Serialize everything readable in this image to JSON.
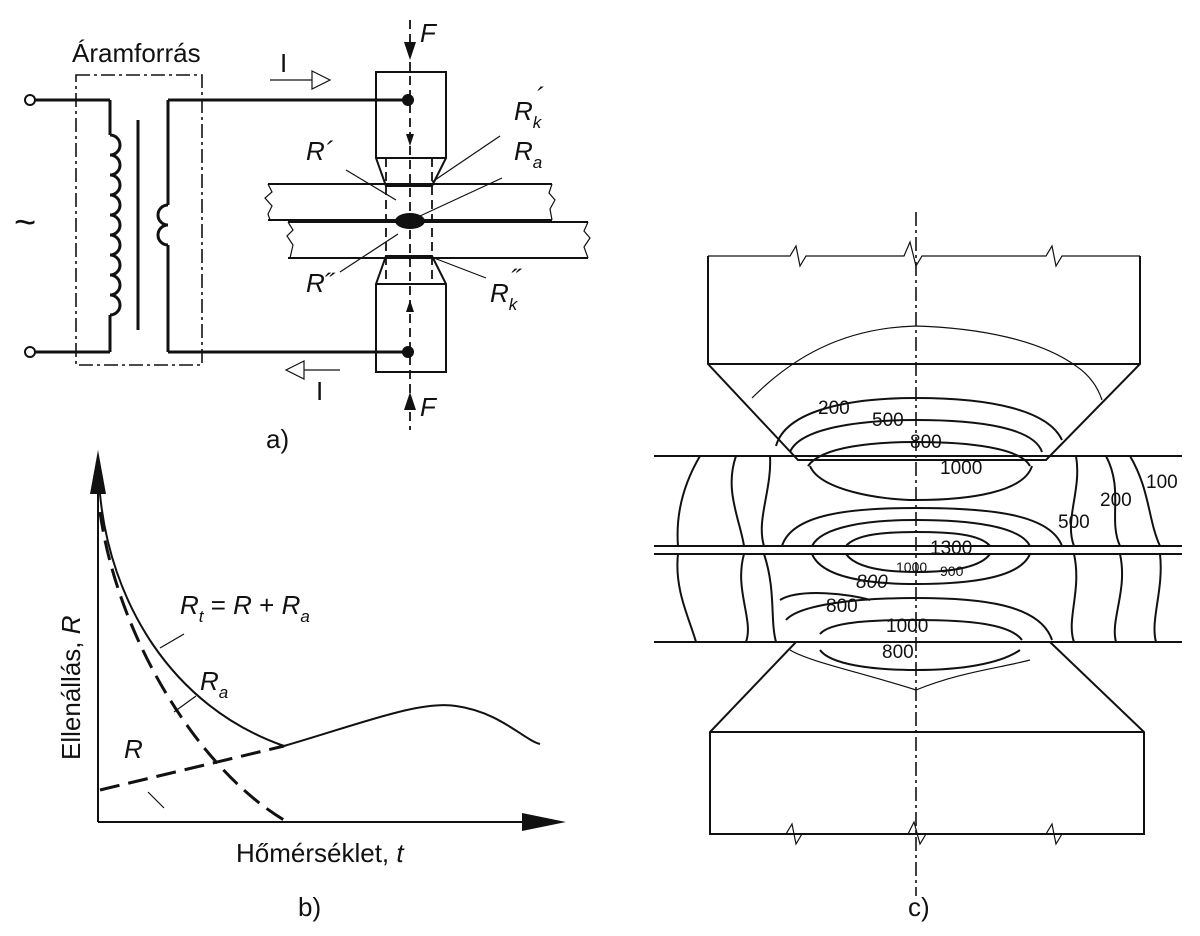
{
  "panel_a": {
    "source_label": "Áramforrás",
    "ac_symbol": "~",
    "current_label": "I",
    "force_label": "F",
    "r_upper": "R´",
    "r_lower": "R˝",
    "rk_upper_base": "R",
    "rk_upper_sub": "k",
    "rk_upper_prime": "´",
    "rk_lower_base": "R",
    "rk_lower_sub": "k",
    "rk_lower_prime": "˝",
    "ra_base": "R",
    "ra_sub": "a",
    "caption": "a)"
  },
  "panel_b": {
    "ylabel_text": "Ellenállás, ",
    "ylabel_var": "R",
    "xlabel_text": "Hőmérséklet, ",
    "xlabel_var": "t",
    "rt_base": "R",
    "rt_sub": "t",
    "rt_eq": " = ",
    "rt_r": "R",
    "rt_plus": " + ",
    "rt_ra": "R",
    "rt_ra_sub": "a",
    "ra_base": "R",
    "ra_sub": "a",
    "r_label": "R",
    "caption": "b)"
  },
  "panel_c": {
    "isotherms": {
      "i200a": "200",
      "i500a": "500",
      "i800a": "800",
      "i1000a": "1000",
      "i500r": "500",
      "i200r": "200",
      "i100r": "100",
      "i1300": "1300",
      "i1000s": "1000",
      "i900": "900",
      "i800b": "800",
      "i800c": "800",
      "i1000b": "1000",
      "i800d": "800"
    },
    "caption": "c)"
  }
}
